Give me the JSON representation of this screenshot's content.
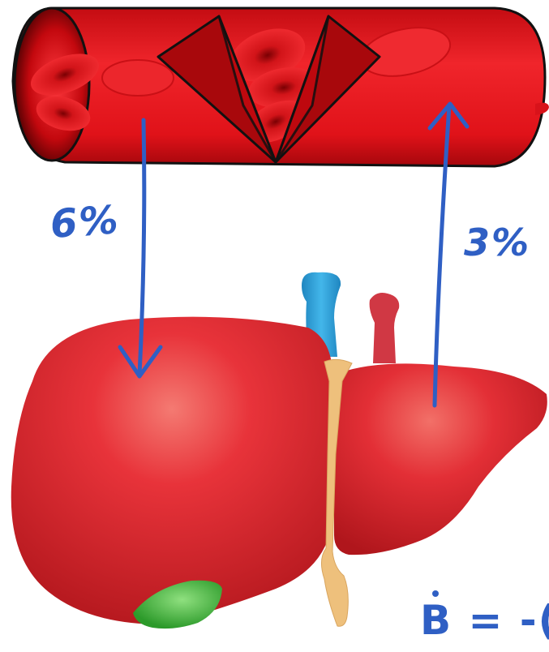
{
  "annotations": {
    "left_arrow_label": "6%",
    "right_arrow_label": "3%",
    "equation_fragment": "B = -("
  },
  "colors": {
    "ink": "#2f5fc4",
    "vessel": "#e0161e",
    "liver": "#d92128",
    "gallbladder": "#3fae3a",
    "portal_vein": "#2e9fd6",
    "artery": "#d53a45",
    "ligament": "#f0c27f"
  }
}
